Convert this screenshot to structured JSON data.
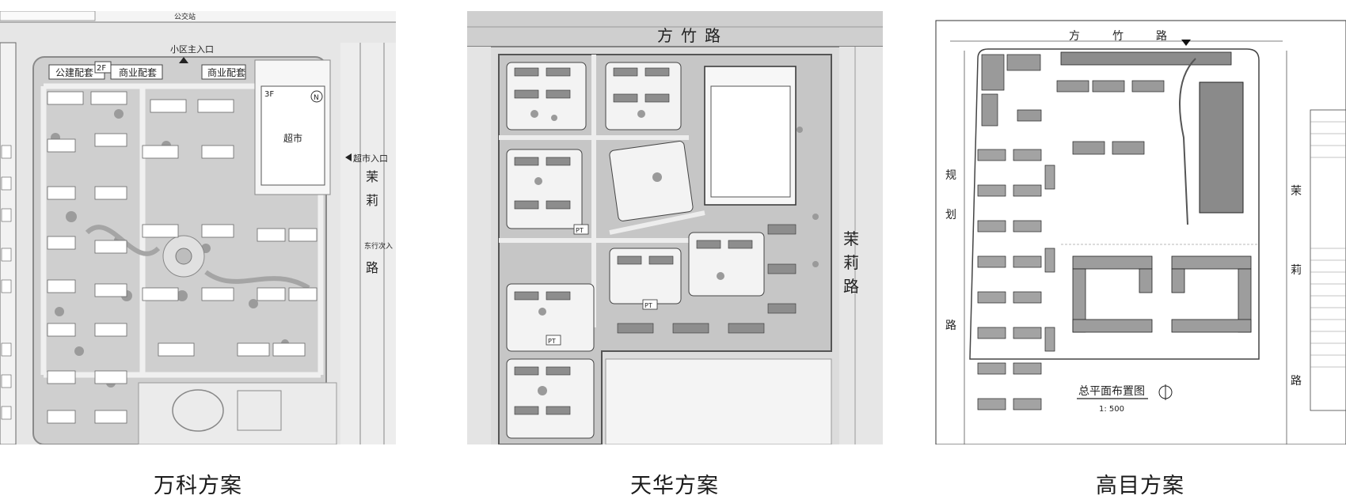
{
  "plans": [
    {
      "caption": "万科方案",
      "labels": {
        "main_entrance": "小区主入口",
        "public_facility": "公建配套",
        "commercial_facility": "商业配套",
        "supermarket": "超市",
        "supermarket_entrance": "超市入口",
        "road_mo": "茉",
        "road_li": "莉",
        "road_lu": "路",
        "floor_2f": "2F",
        "floor_3f": "3F",
        "north": "N",
        "bus_stop": "公交站",
        "car_entrance": "东行次入"
      }
    },
    {
      "caption": "天华方案",
      "labels": {
        "road_fang": "方",
        "road_zhu": "竹",
        "road_lu_top": "路",
        "road_mo": "茉",
        "road_li": "莉",
        "road_lu": "路",
        "pt": "PT"
      }
    },
    {
      "caption": "高目方案",
      "labels": {
        "road_fang": "方",
        "road_zhu": "竹",
        "road_lu_top": "路",
        "road_mo": "茉",
        "road_li": "莉",
        "road_lu": "路",
        "road_gui": "规",
        "road_hua": "划",
        "road_lu_left": "路",
        "plan_title": "总平面布置图",
        "scale": "1: 500"
      }
    }
  ]
}
